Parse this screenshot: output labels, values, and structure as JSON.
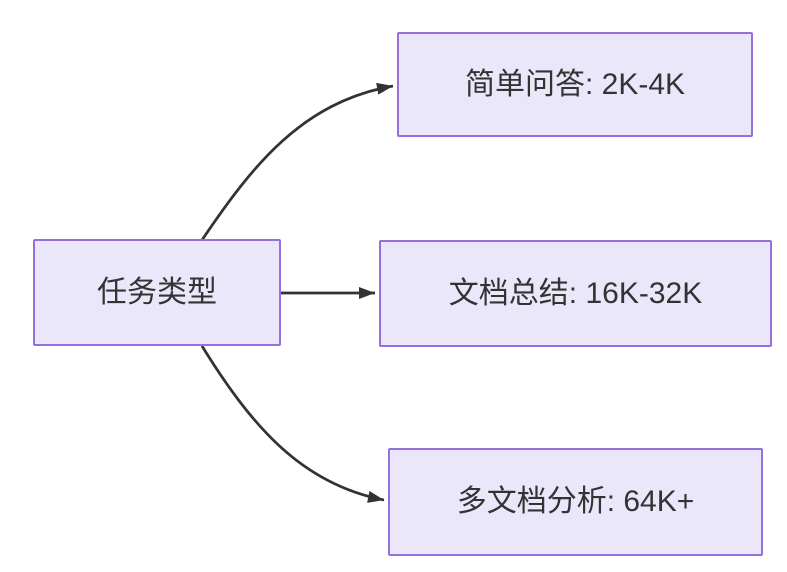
{
  "diagram": {
    "nodes": {
      "root": {
        "label": "任务类型"
      },
      "top": {
        "label": "简单问答: 2K-4K"
      },
      "middle": {
        "label": "文档总结: 16K-32K"
      },
      "bottom": {
        "label": "多文档分析: 64K+"
      }
    },
    "edges": [
      {
        "from": "root",
        "to": "top"
      },
      {
        "from": "root",
        "to": "middle"
      },
      {
        "from": "root",
        "to": "bottom"
      }
    ],
    "colors": {
      "background": "#ffffff",
      "node_fill": "#e9e7f9",
      "node_border": "#9370db",
      "text": "#333333",
      "arrow": "#333333"
    }
  }
}
